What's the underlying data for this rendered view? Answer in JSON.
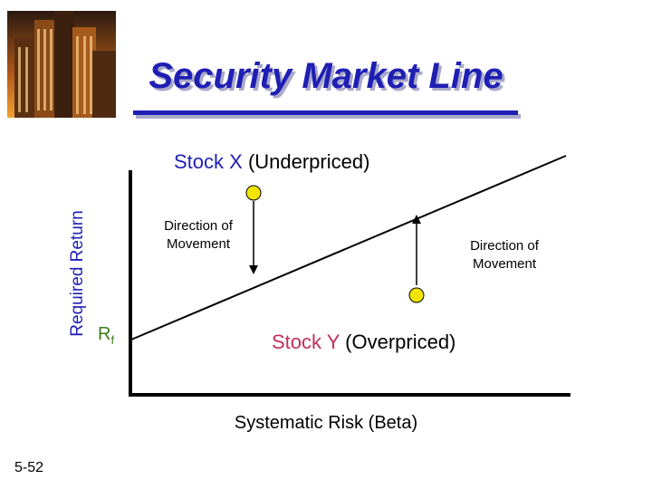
{
  "title": "Security Market Line",
  "axes": {
    "y_label": "Required Return",
    "x_label": "Systematic Risk (Beta)"
  },
  "risk_free": {
    "symbol": "R",
    "subscript": "f"
  },
  "stock_x": {
    "name": "Stock X",
    "status": "(Underpriced)"
  },
  "stock_y": {
    "name": "Stock Y",
    "status": "(Overpriced)"
  },
  "direction_label": {
    "line1": "Direction of",
    "line2": "Movement"
  },
  "slide_number": "5-52",
  "colors": {
    "title": "#1f1fb4",
    "point_fill": "#f2e600",
    "rf_label": "#3a7d1c",
    "stock_y_name": "#c0305a"
  }
}
